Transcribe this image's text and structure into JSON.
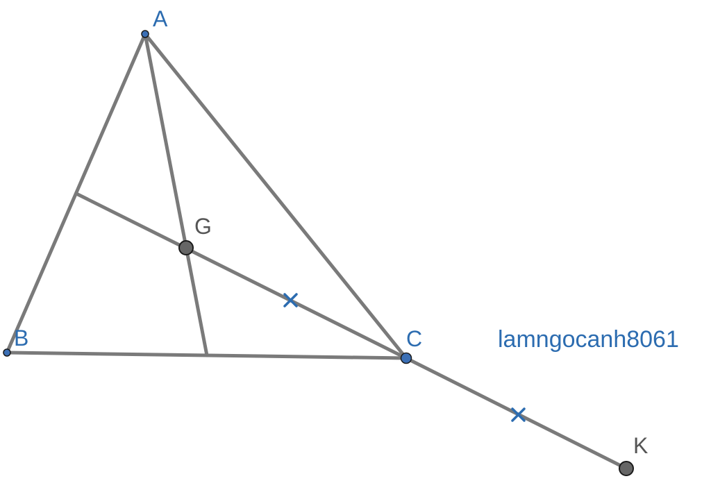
{
  "colors": {
    "segment": "#7a7a7a",
    "free_point_fill": "#3b6fb5",
    "free_label": "#2c6cb0",
    "dependent_point_fill": "#666666",
    "dependent_label": "#555555",
    "tick_mark": "#2c6cb0",
    "watermark": "#2c6cb0"
  },
  "points": {
    "A": {
      "label": "A",
      "kind": "free"
    },
    "B": {
      "label": "B",
      "kind": "free"
    },
    "C": {
      "label": "C",
      "kind": "free"
    },
    "G": {
      "label": "G",
      "kind": "dependent"
    },
    "K": {
      "label": "K",
      "kind": "dependent"
    }
  },
  "segments": [
    {
      "name": "segment-ab",
      "from": "A",
      "to": "B"
    },
    {
      "name": "segment-ac",
      "from": "A",
      "to": "C"
    },
    {
      "name": "segment-bc",
      "from": "B",
      "to": "C"
    },
    {
      "name": "median-from-a",
      "from": "A",
      "to": "midpoint-bc"
    },
    {
      "name": "median-from-c",
      "from": "midpoint-ab",
      "to": "C"
    },
    {
      "name": "segment-ck",
      "from": "C",
      "to": "K"
    }
  ],
  "equal_marks": [
    {
      "name": "tick-mark-gc",
      "on": "G-C"
    },
    {
      "name": "tick-mark-ck",
      "on": "C-K"
    }
  ],
  "watermark": "lamngocanh8061"
}
